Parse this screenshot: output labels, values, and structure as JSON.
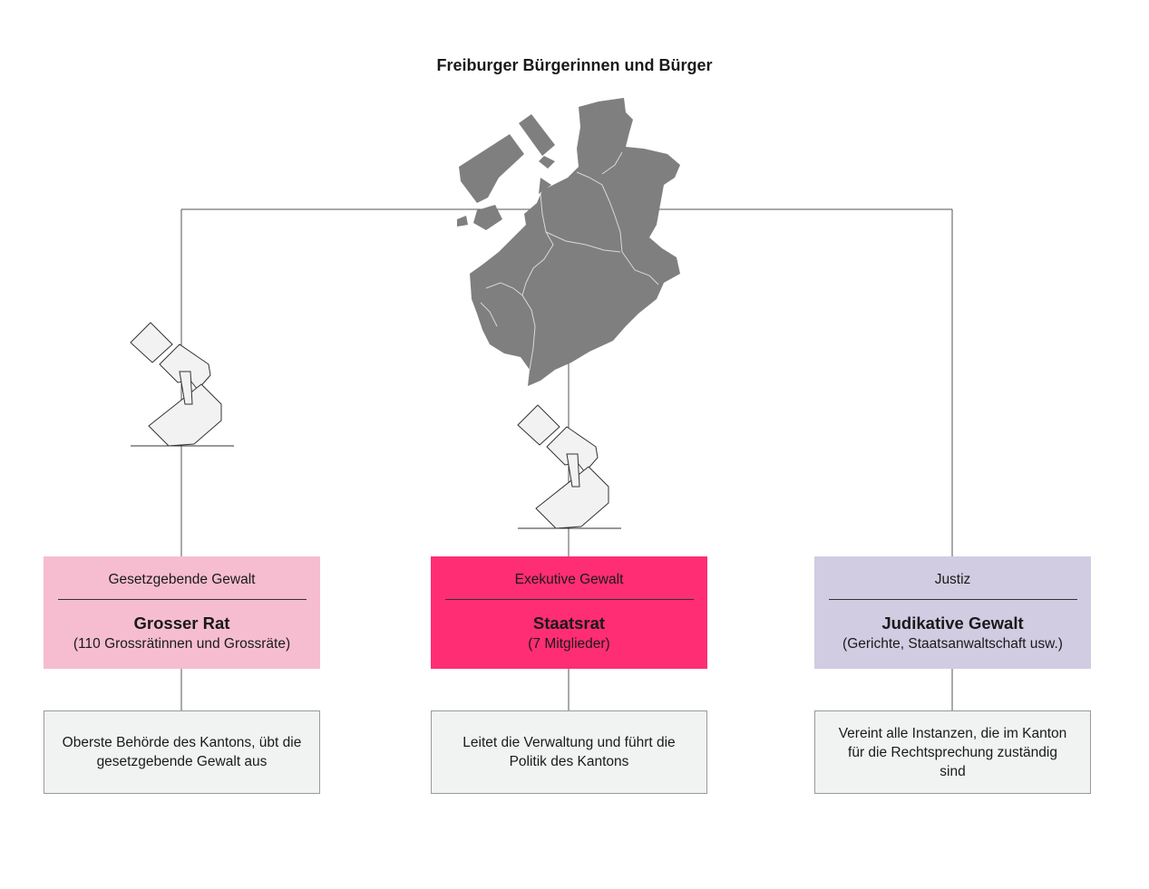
{
  "title": "Freiburger Bürgerinnen und Bürger",
  "colors": {
    "legislative": "#f6bdd0",
    "executive": "#ff2d73",
    "judicial": "#d1cce2",
    "description": "#f1f3f2",
    "map": "#7f7f7f",
    "ballot": "#f1f2f1"
  },
  "icons": {
    "map": "canton-fribourg-map-icon",
    "ballot": "ballot-box-icon"
  },
  "branches": [
    {
      "category": "Gesetzgebende Gewalt",
      "name": "Grosser Rat",
      "detail": "(110 Grossrätinnen und Grossräte)",
      "description": "Oberste Behörde des Kantons, übt die gesetzgebende Gewalt aus"
    },
    {
      "category": "Exekutive Gewalt",
      "name": "Staatsrat",
      "detail": "(7 Mitglieder)",
      "description": "Leitet die Verwaltung und führt die Politik des Kantons"
    },
    {
      "category": "Justiz",
      "name": "Judikative Gewalt",
      "detail": "(Gerichte, Staatsanwaltschaft usw.)",
      "description": "Vereint alle Instanzen, die im Kanton für die Rechtsprechung zuständig sind"
    }
  ]
}
